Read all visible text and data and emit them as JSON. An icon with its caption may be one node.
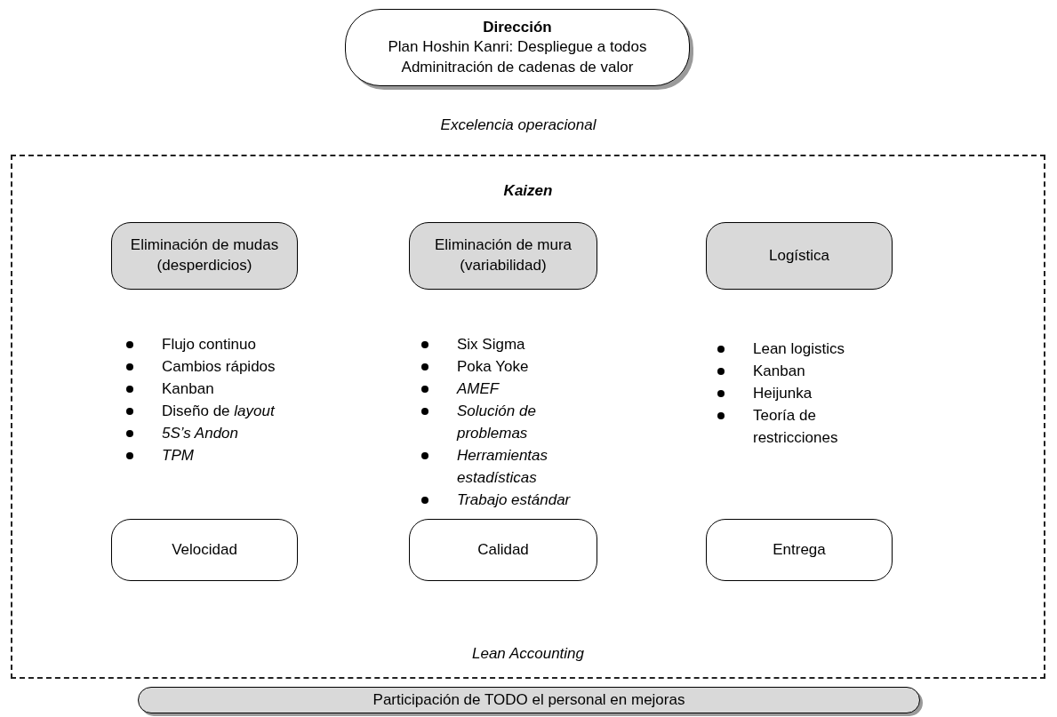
{
  "diagram": {
    "nodes": [
      {
        "text": [
          "Dirección",
          "Plan Hoshin Kanri: Despliegue a todos",
          "Adminitración de cadenas de valor"
        ]
      },
      {
        "text": [
          "Kaizen",
          "Lean Accounting"
        ]
      },
      {
        "text": [
          "Eliminación de mudas (desperdicios)"
        ],
        "in": 1
      },
      {
        "text": [
          "Eliminación de mura (variabilidad)"
        ],
        "in": 1
      },
      {
        "text": [
          "Logística"
        ],
        "in": 1
      },
      {
        "text": [
          "Velocidad"
        ],
        "in": 1
      },
      {
        "text": [
          "Calidad"
        ],
        "in": 1
      },
      {
        "text": [
          "Entrega"
        ],
        "in": 1
      },
      {
        "text": [
          "Participación de TODO el personal en mejoras"
        ]
      }
    ],
    "labels": [
      "Excelencia operacional",
      "Flujo continuo",
      "Cambios rápidos",
      "Kanban",
      "Diseño de *layout*",
      "5S’s Andon",
      "TPM",
      "Six Sigma",
      "Poka Yoke",
      "AMEF",
      "Solución de problemas",
      "Herramientas estadísticas",
      "Trabajo estándar",
      "Lean logistics",
      "Kanban",
      "Heijunka",
      "Teoría de restricciones"
    ]
  }
}
